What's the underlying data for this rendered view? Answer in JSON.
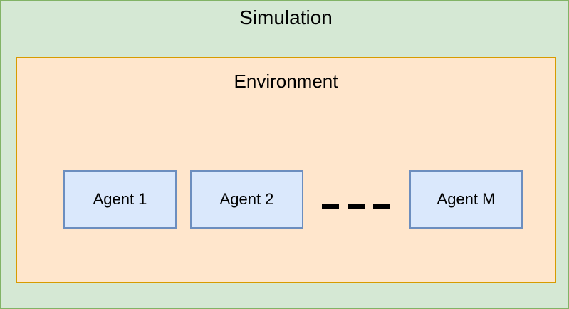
{
  "diagram": {
    "outer": {
      "title": "Simulation",
      "fill": "#d5e8d4",
      "stroke": "#82b366"
    },
    "inner": {
      "title": "Environment",
      "fill": "#ffe6cc",
      "stroke": "#d79b00"
    },
    "agents": {
      "fill": "#dae8fc",
      "stroke": "#6c8ebf",
      "items": [
        {
          "label": "Agent 1"
        },
        {
          "label": "Agent 2"
        },
        {
          "label": "Agent M"
        }
      ]
    },
    "ellipsis": {
      "symbol": "dash",
      "count": 3
    }
  }
}
